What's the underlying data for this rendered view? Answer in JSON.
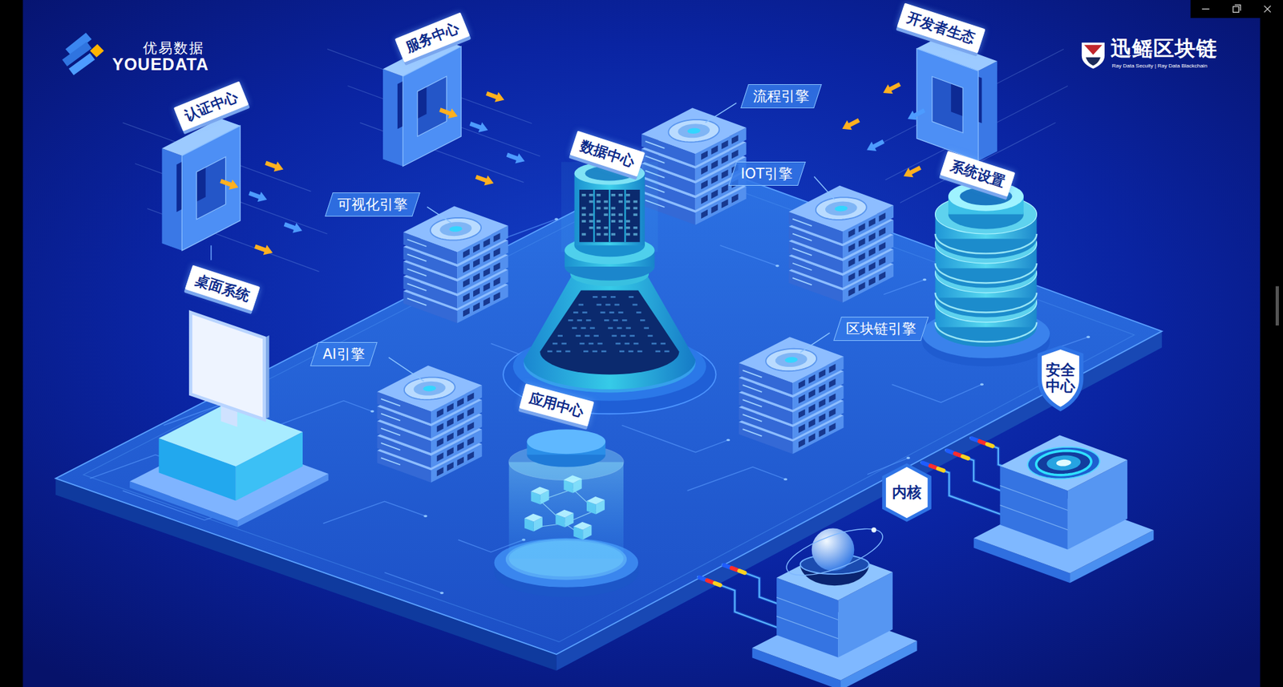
{
  "diagram": {
    "nodes": [
      {
        "text": [
          "认证中心"
        ]
      },
      {
        "text": [
          "服务中心"
        ]
      },
      {
        "text": [
          "数据中心"
        ]
      },
      {
        "text": [
          "流程引擎"
        ]
      },
      {
        "text": [
          "开发者生态"
        ]
      },
      {
        "text": [
          "可视化引擎"
        ]
      },
      {
        "text": [
          "IOT引擎"
        ]
      },
      {
        "text": [
          "系统设置"
        ]
      },
      {
        "text": [
          "桌面系统"
        ]
      },
      {
        "text": [
          "AI引擎"
        ]
      },
      {
        "text": [
          "区块链引擎"
        ]
      },
      {
        "text": [
          "应用中心"
        ]
      },
      {
        "text": [
          "安全中心"
        ]
      },
      {
        "text": [
          "内核"
        ]
      }
    ],
    "labels": [
      "优易数据",
      "YOUEDATA",
      "迅鳐区块链",
      "Ray Data Secuity | Ray Data Blackchain"
    ]
  }
}
